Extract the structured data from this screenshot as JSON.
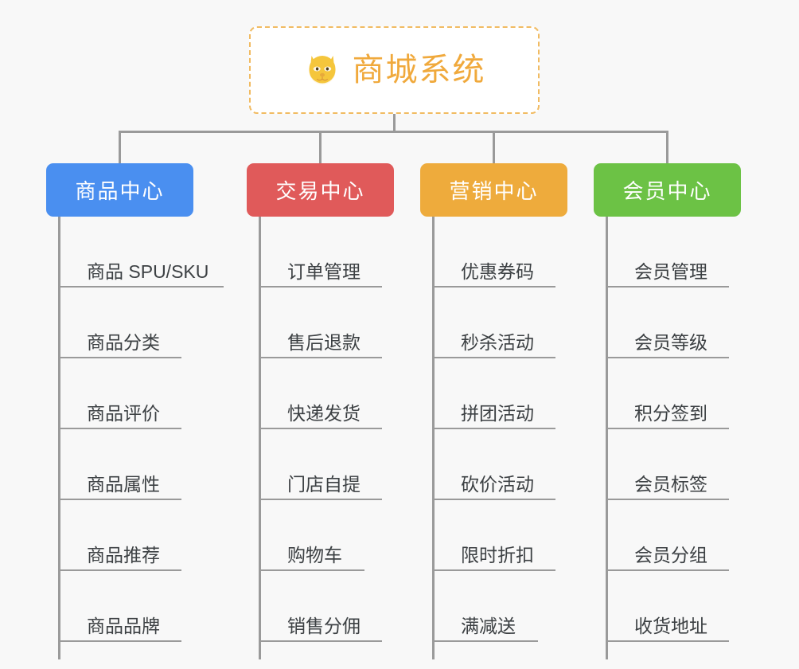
{
  "diagram": {
    "background_color": "#f8f8f8",
    "line_color": "#9a9a9a",
    "root": {
      "title": "商城系统",
      "icon": "dog-face-emoji",
      "icon_glyph": "🐶",
      "text_color": "#f0a93c",
      "border_color": "#f1bb62",
      "background_color": "#ffffff"
    },
    "categories": [
      {
        "label": "商品中心",
        "color": "#4a8ff0",
        "text_color": "#ffffff",
        "items": [
          {
            "label": "商品 SPU/SKU",
            "rule_width": 205
          },
          {
            "label": "商品分类",
            "rule_width": 152
          },
          {
            "label": "商品评价",
            "rule_width": 152
          },
          {
            "label": "商品属性",
            "rule_width": 152
          },
          {
            "label": "商品推荐",
            "rule_width": 152
          },
          {
            "label": "商品品牌",
            "rule_width": 152
          }
        ]
      },
      {
        "label": "交易中心",
        "color": "#e05a5a",
        "text_color": "#ffffff",
        "items": [
          {
            "label": "订单管理",
            "rule_width": 152
          },
          {
            "label": "售后退款",
            "rule_width": 152
          },
          {
            "label": "快递发货",
            "rule_width": 152
          },
          {
            "label": "门店自提",
            "rule_width": 152
          },
          {
            "label": "购物车",
            "rule_width": 130
          },
          {
            "label": "销售分佣",
            "rule_width": 152
          }
        ]
      },
      {
        "label": "营销中心",
        "color": "#eeab3c",
        "text_color": "#ffffff",
        "items": [
          {
            "label": "优惠券码",
            "rule_width": 152
          },
          {
            "label": "秒杀活动",
            "rule_width": 152
          },
          {
            "label": "拼团活动",
            "rule_width": 152
          },
          {
            "label": "砍价活动",
            "rule_width": 152
          },
          {
            "label": "限时折扣",
            "rule_width": 152
          },
          {
            "label": "满减送",
            "rule_width": 130
          }
        ]
      },
      {
        "label": "会员中心",
        "color": "#6cc245",
        "text_color": "#ffffff",
        "items": [
          {
            "label": "会员管理",
            "rule_width": 152
          },
          {
            "label": "会员等级",
            "rule_width": 152
          },
          {
            "label": "积分签到",
            "rule_width": 152
          },
          {
            "label": "会员标签",
            "rule_width": 152
          },
          {
            "label": "会员分组",
            "rule_width": 152
          },
          {
            "label": "收货地址",
            "rule_width": 152
          }
        ]
      }
    ]
  }
}
